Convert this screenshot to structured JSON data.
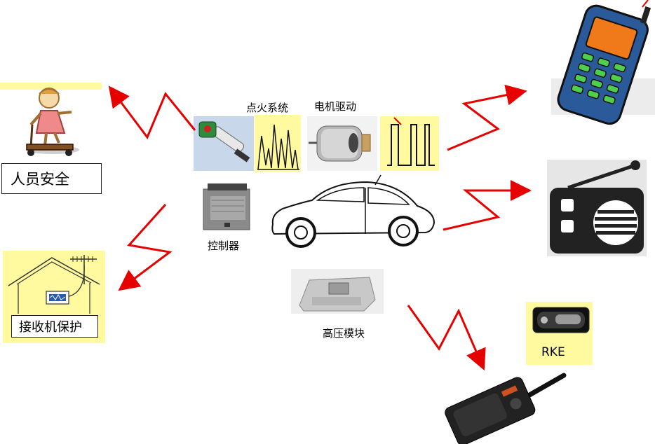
{
  "labels": {
    "personnel_safety": "人员安全",
    "receiver_protection": "接收机保护",
    "ignition_system": "点火系统",
    "motor_drive": "电机驱动",
    "controller": "控制器",
    "hv_module": "高压模块",
    "rke": "RKE"
  },
  "icons": {
    "child": "child-on-scooter-icon",
    "house": "house-with-antenna-icon",
    "coil": "ignition-coil-icon",
    "ignition_wave": "ignition-waveform-icon",
    "motor": "dc-motor-icon",
    "motor_wave": "pulse-waveform-icon",
    "ecu": "ecu-controller-icon",
    "car": "car-icon",
    "hv": "high-voltage-module-icon",
    "phone": "mobile-phone-icon",
    "radio": "radio-icon",
    "keyfob": "keyfob-icon",
    "walkie": "walkie-talkie-icon"
  },
  "colors": {
    "interference_arrow": "#e60000",
    "highlight_bg": "#fffaa0"
  }
}
